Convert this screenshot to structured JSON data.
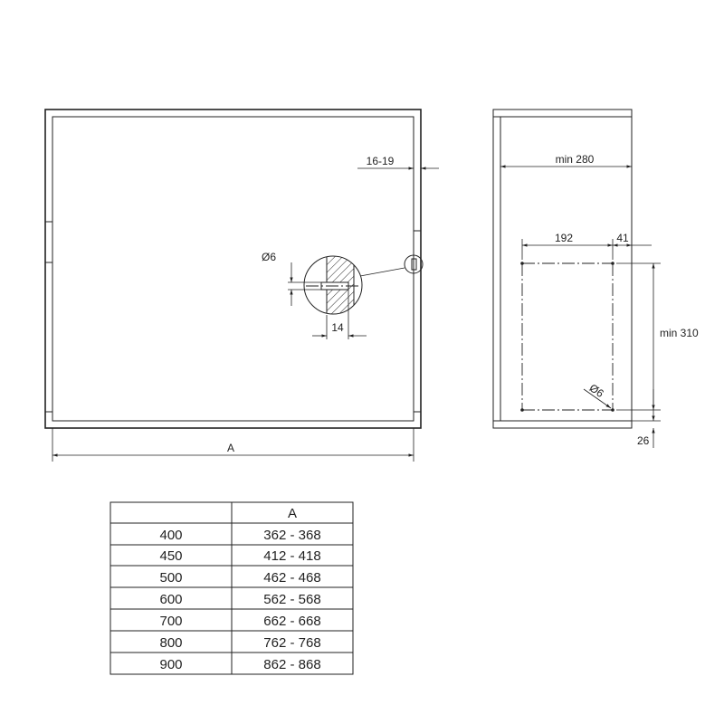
{
  "front_view": {
    "width_label": "A",
    "edge_label": "16-19",
    "hole_label": "Ø6",
    "depth_label": "14"
  },
  "side_view": {
    "min_depth_label": "min 280",
    "offset_label": "192",
    "edge_offset_label": "41",
    "min_height_label": "min 310",
    "hole_label": "Ø6",
    "bottom_label": "26"
  },
  "table": {
    "header": [
      "",
      "A"
    ],
    "rows": [
      [
        "400",
        "362 - 368"
      ],
      [
        "450",
        "412 - 418"
      ],
      [
        "500",
        "462 - 468"
      ],
      [
        "600",
        "562 - 568"
      ],
      [
        "700",
        "662 - 668"
      ],
      [
        "800",
        "762 - 768"
      ],
      [
        "900",
        "862 - 868"
      ]
    ]
  },
  "colors": {
    "line": "#222222",
    "background": "#ffffff"
  }
}
